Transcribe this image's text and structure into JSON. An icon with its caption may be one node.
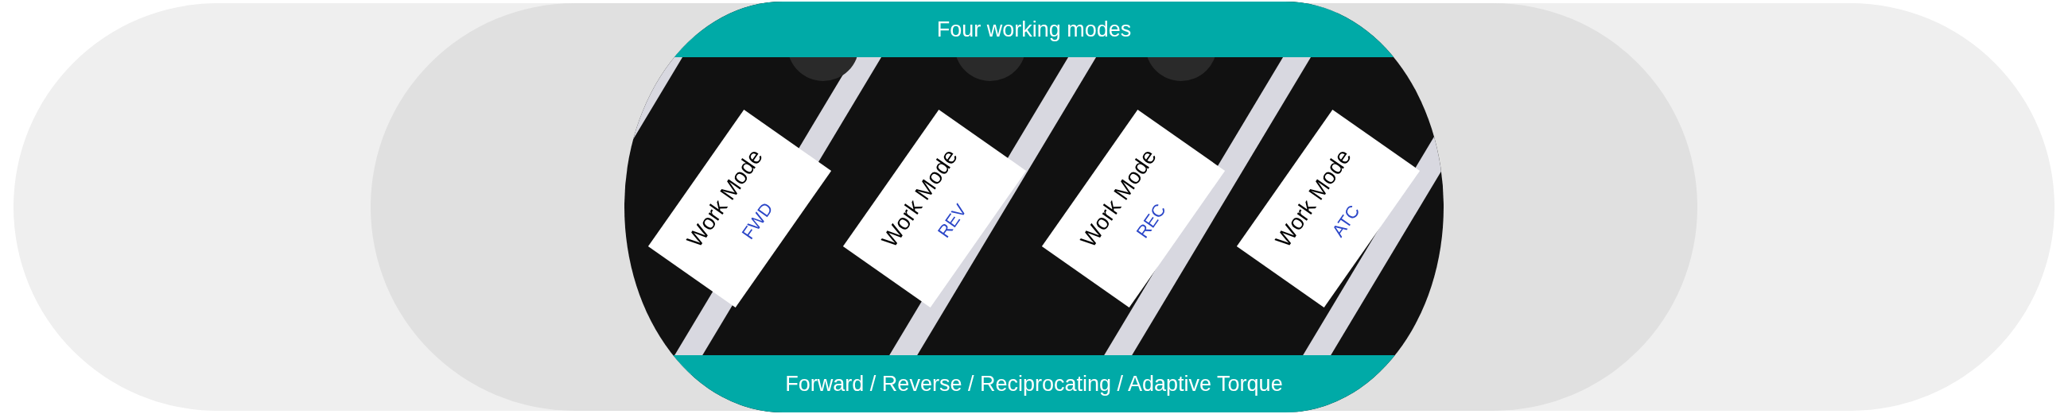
{
  "diagram": {
    "title": "Four working modes",
    "nodes": [
      {
        "text": [
          "Work Mode",
          "FWD"
        ]
      },
      {
        "text": [
          "Work Mode",
          "REV"
        ]
      },
      {
        "text": [
          "Work Mode",
          "REC"
        ]
      },
      {
        "text": [
          "Work Mode",
          "ATC"
        ]
      }
    ],
    "labels": [
      "Forward / Reverse / Reciprocating / Adaptive Torque"
    ]
  }
}
